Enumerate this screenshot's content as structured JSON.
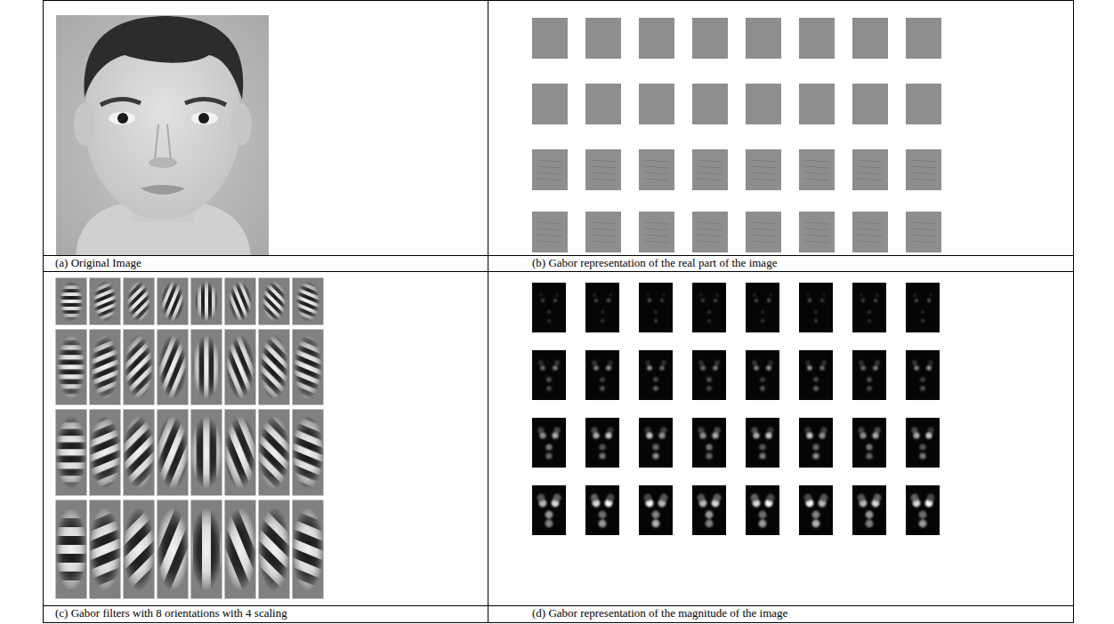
{
  "diagram": {
    "labels": [
      "(a) Original Image",
      "(b) Gabor representation of the real part of the image",
      "(c) Gabor filters with 8 orientations with 4 scaling",
      "(d) Gabor representation of the magnitude of the image"
    ]
  }
}
